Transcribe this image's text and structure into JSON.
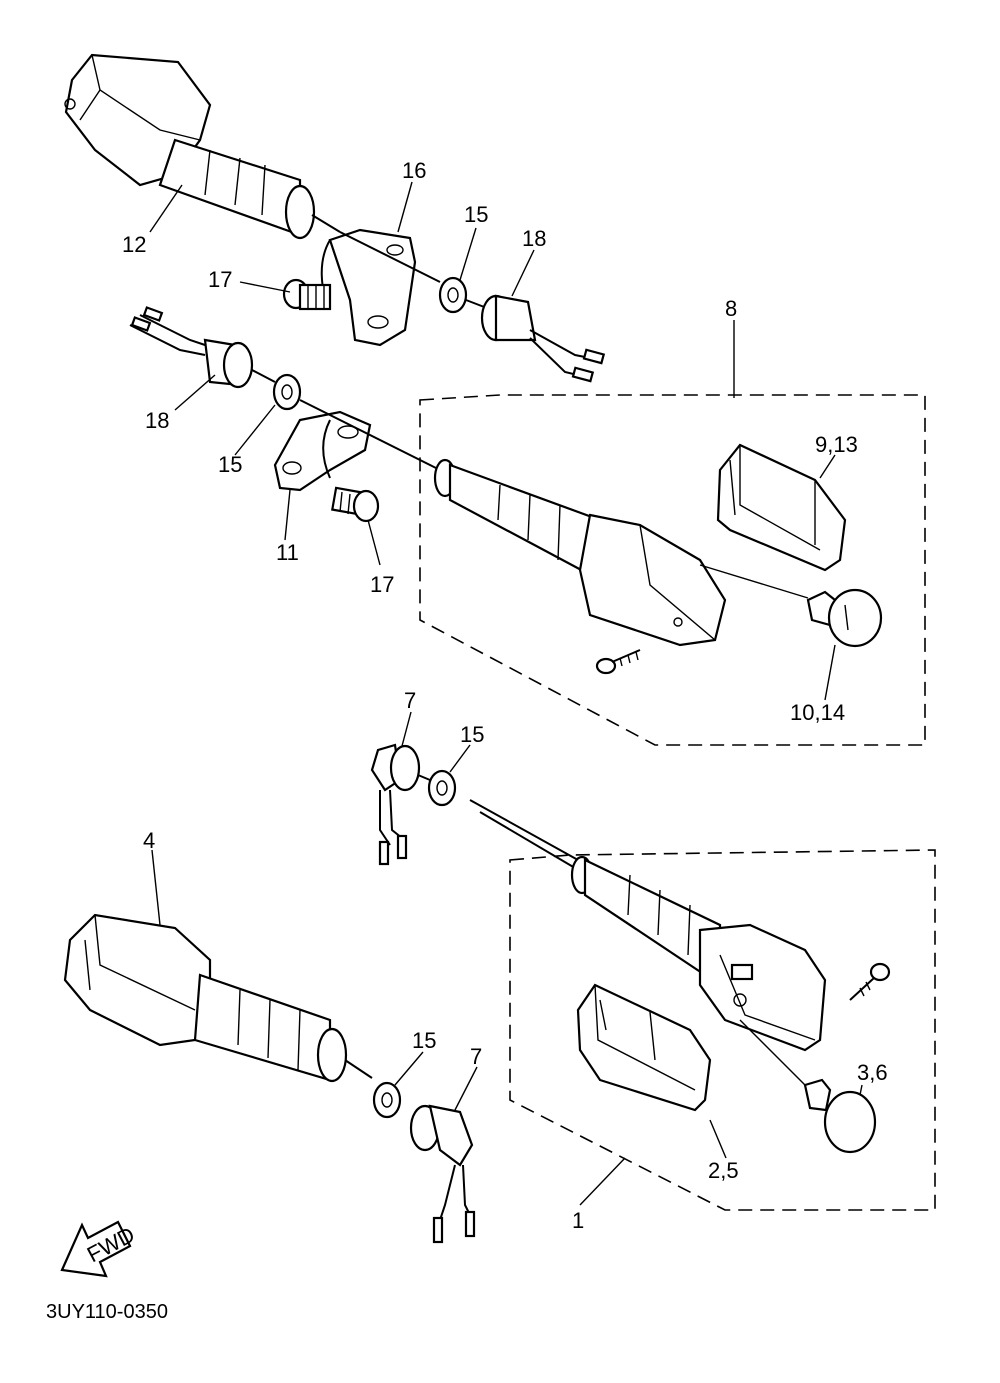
{
  "diagram": {
    "drawing_code": "3UY110-0350",
    "fwd_label": "FWD",
    "callouts": {
      "c1": "1",
      "c2_5": "2,5",
      "c3_6": "3,6",
      "c4": "4",
      "c7_top": "7",
      "c7_bottom": "7",
      "c8": "8",
      "c9_13": "9,13",
      "c10_14": "10,14",
      "c11": "11",
      "c12": "12",
      "c15_a": "15",
      "c15_b": "15",
      "c15_c": "15",
      "c15_d": "15",
      "c16": "16",
      "c17_a": "17",
      "c17_b": "17",
      "c18_a": "18",
      "c18_b": "18"
    }
  }
}
